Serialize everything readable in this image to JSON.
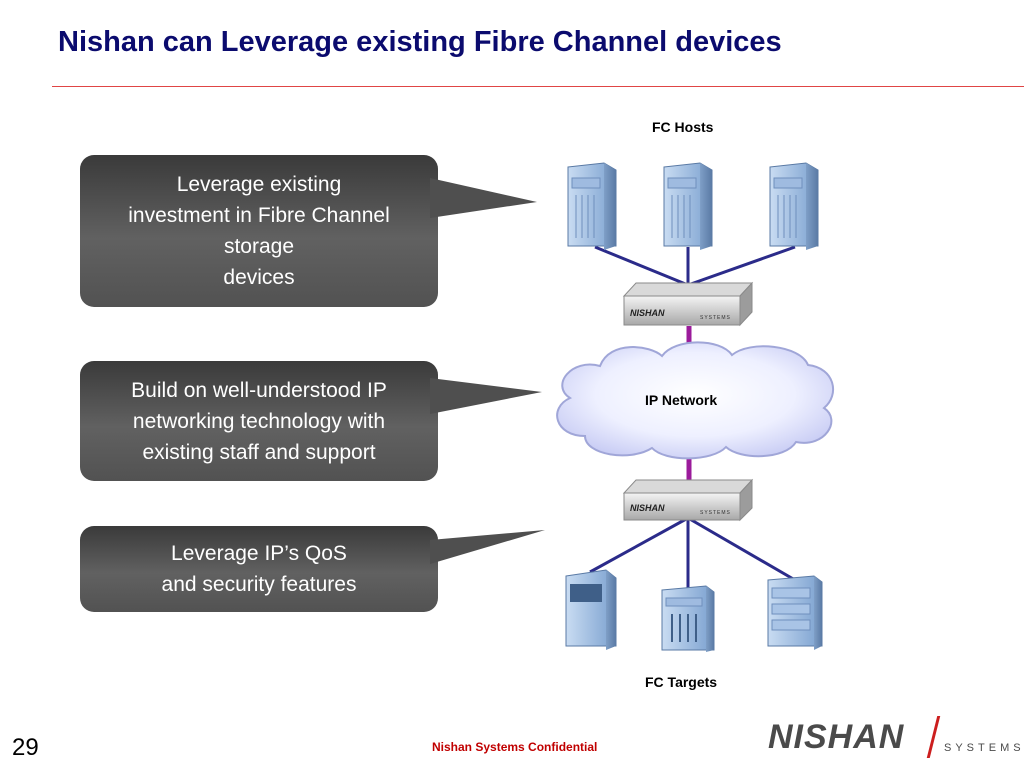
{
  "title": "Nishan can Leverage existing Fibre Channel devices",
  "callouts": [
    {
      "text": "Leverage existing\ninvestment in Fibre Channel\nstorage\ndevices"
    },
    {
      "text": "Build on well-understood IP\nnetworking technology with\nexisting staff and support"
    },
    {
      "text": "Leverage IP’s QoS\nand security features"
    }
  ],
  "diagram": {
    "fc_hosts_label": "FC Hosts",
    "fc_targets_label": "FC Targets",
    "ip_network_label": "IP Network",
    "switch_label": "NISHAN",
    "switch_sub": "SYSTEMS"
  },
  "footer": {
    "page_number": "29",
    "confidential": "Nishan Systems Confidential",
    "logo_word": "NISHAN",
    "logo_sub": "SYSTEMS"
  },
  "colors": {
    "title": "#0b0b6e",
    "rule": "#e04545",
    "links": "#2b2b8a",
    "uplink": "#9b1b9b",
    "confidential": "#c00000"
  }
}
